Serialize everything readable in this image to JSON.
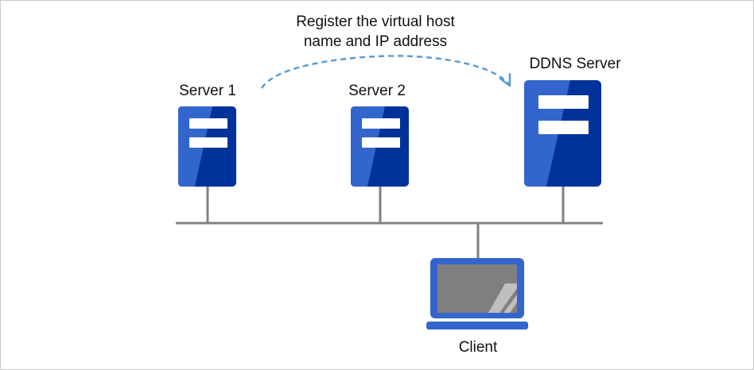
{
  "annotation": {
    "line1": "Register the virtual host",
    "line2": "name and IP address"
  },
  "nodes": {
    "server1": {
      "label": "Server 1"
    },
    "server2": {
      "label": "Server 2"
    },
    "ddns": {
      "label": "DDNS Server"
    },
    "client": {
      "label": "Client"
    }
  },
  "colors": {
    "server_dark": "#003399",
    "server_light": "#3366cc",
    "slot": "#ffffff",
    "network_line": "#808080",
    "arrow": "#5b9bd5",
    "screen": "#7f7f7f",
    "screen_shine": "#bfbfbf"
  }
}
